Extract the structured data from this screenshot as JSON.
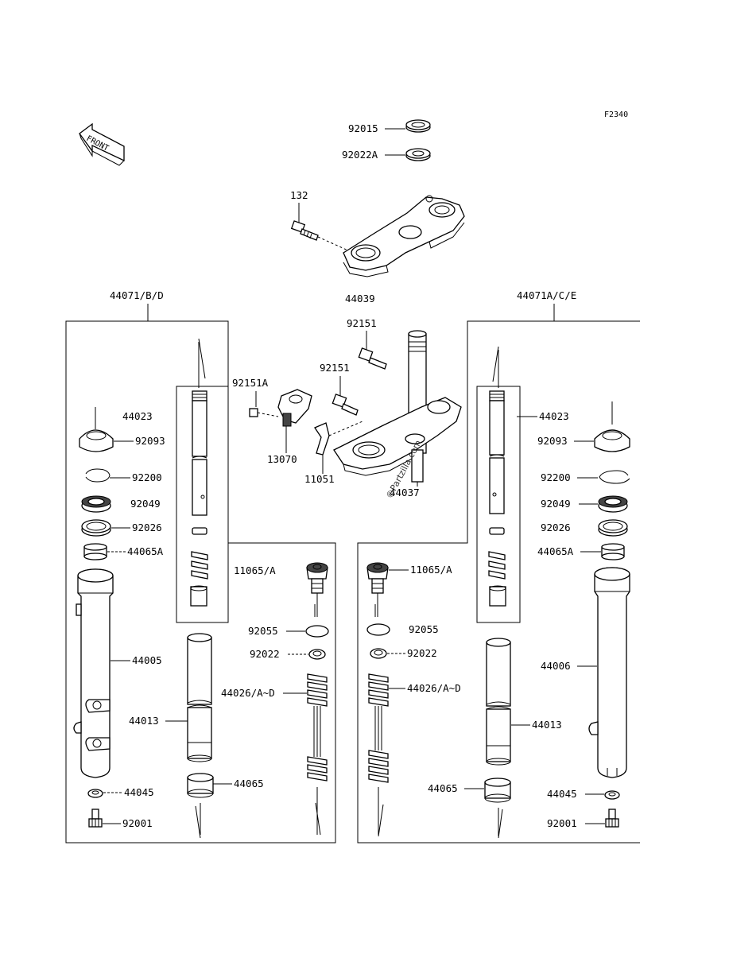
{
  "figure_code": "F2340",
  "front_label": "FRONT",
  "watermark": "©Partzilla.com",
  "footer": {
    "line1": "",
    "line2": ""
  },
  "labels": {
    "p92015": "92015",
    "p92022A": "92022A",
    "p132": "132",
    "p44039": "44039",
    "p44071bd": "44071/B/D",
    "p44071ace": "44071A/C/E",
    "p92151_top": "92151",
    "p92151_mid": "92151",
    "p92151A": "92151A",
    "p13070": "13070",
    "p11051": "11051",
    "p44037": "44037",
    "L44023": "44023",
    "L92093": "92093",
    "L92200": "92200",
    "L92049": "92049",
    "L92026": "92026",
    "L44065A": "44065A",
    "L44005": "44005",
    "L44013": "44013",
    "L44065": "44065",
    "L44045": "44045",
    "L92001": "92001",
    "L11065": "11065/A",
    "L92055": "92055",
    "L92022": "92022",
    "L44026": "44026/A~D",
    "R44023": "44023",
    "R92093": "92093",
    "R92200": "92200",
    "R92049": "92049",
    "R92026": "92026",
    "R44065A": "44065A",
    "R44006": "44006",
    "R44013": "44013",
    "R44065": "44065",
    "R44045": "44045",
    "R92001": "92001",
    "R11065": "11065/A",
    "R92055": "92055",
    "R92022": "92022",
    "R44026": "44026/A~D"
  }
}
